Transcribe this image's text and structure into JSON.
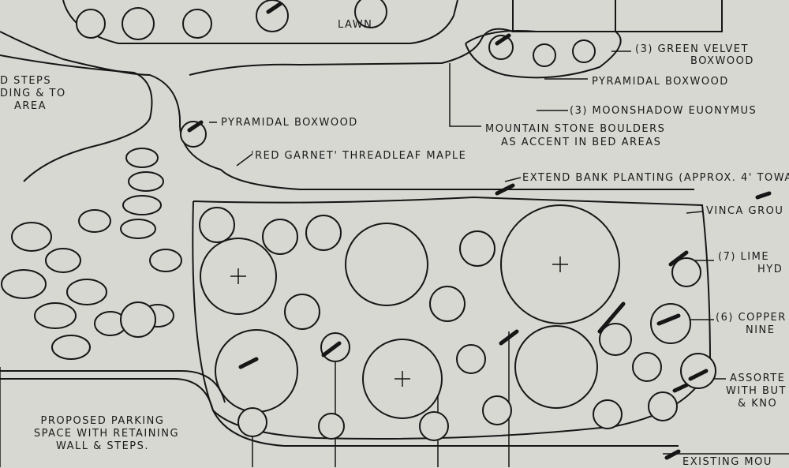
{
  "plan": {
    "ink_color": "#161616",
    "paper_color": "#d8d8d3",
    "labels": {
      "lawn": "LAWN",
      "steps_1": "D STEPS",
      "steps_2": "DING & TO",
      "steps_3": "AREA",
      "green_velvet_1": "(3) GREEN VELVET",
      "green_velvet_2": "BOXWOOD",
      "pyramidal_boxwood_right": "PYRAMIDAL BOXWOOD",
      "moonshadow": "(3) MOONSHADOW EUONYMUS",
      "boulders_1": "MOUNTAIN STONE BOULDERS",
      "boulders_2": "AS ACCENT IN BED AREAS",
      "pyramidal_boxwood_left": "PYRAMIDAL BOXWOOD",
      "maple": "'RED GARNET' THREADLEAF MAPLE",
      "bank_planting": "EXTEND BANK PLANTING (APPROX. 4' TOWA",
      "vinca": "VINCA GROU",
      "lime_1": "(7) LIME",
      "lime_2": "HYD",
      "copper_1": "(6) COPPER",
      "copper_2": "NINE",
      "assorted_1": "ASSORTE",
      "assorted_2": "WITH BUT",
      "assorted_3": "& KNO",
      "parking_1": "PROPOSED PARKING",
      "parking_2": "SPACE WITH RETAINING",
      "parking_3": "WALL & STEPS.",
      "existing": "EXISTING MOU"
    }
  }
}
